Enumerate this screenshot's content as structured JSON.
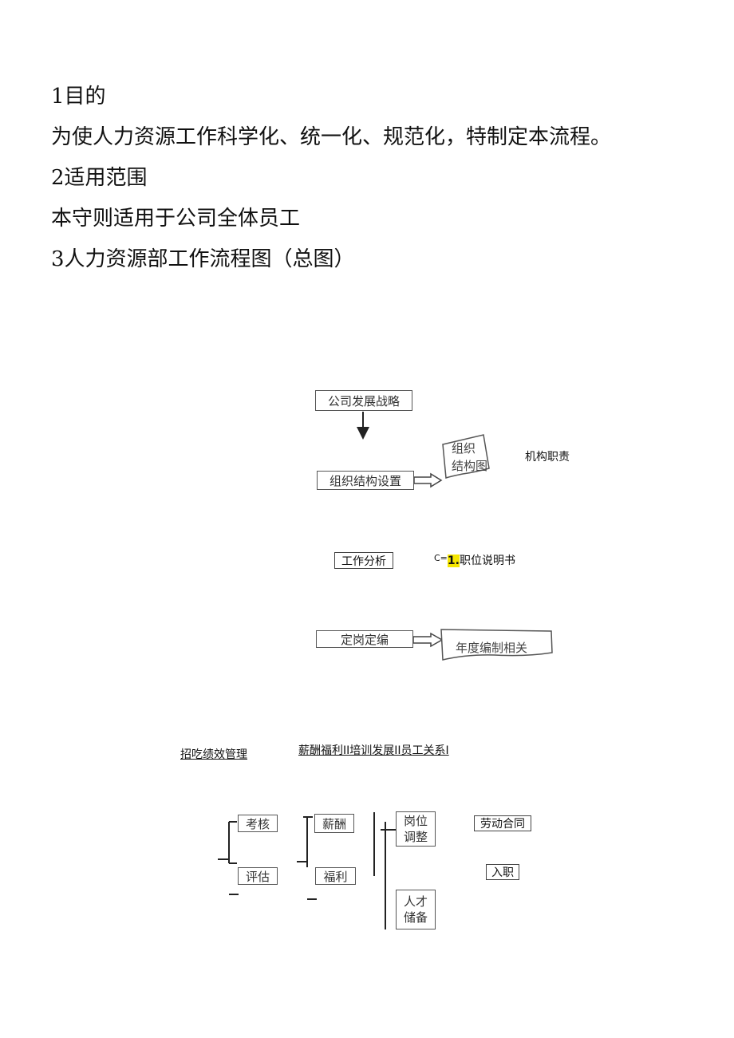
{
  "sections": {
    "purpose_heading": "1目的",
    "purpose_text": "为使人力资源工作科学化、统一化、规范化，特制定本流程。",
    "scope_heading": "2适用范围",
    "scope_text": "本守则适用于公司全体员工",
    "flow_heading": "3人力资源部工作流程图（总图）"
  },
  "flowchart": {
    "strategy": "公司发展战略",
    "org_setup": "组织结构设置",
    "org_chart_doc": "组织\n结构图",
    "org_duties": "机构职责",
    "job_analysis": "工作分析",
    "job_desc_prefix": "C=",
    "job_desc_highlight": "1.",
    "job_desc": "职位说明书",
    "staffing": "定岗定编",
    "annual_staffing_doc": "年度编制相关",
    "row_left": "招吃绩效管理",
    "row_right": "薪酬福利II培训发展II员工关系I",
    "assess": "考核",
    "evaluate": "评估",
    "salary": "薪酬",
    "welfare": "福利",
    "post_adjust": "岗位\n调整",
    "talent_reserve": "人才\n储备",
    "labor_contract": "劳动合同",
    "onboarding": "入职"
  },
  "colors": {
    "highlight": "#f5e600",
    "box_border": "#555555"
  }
}
